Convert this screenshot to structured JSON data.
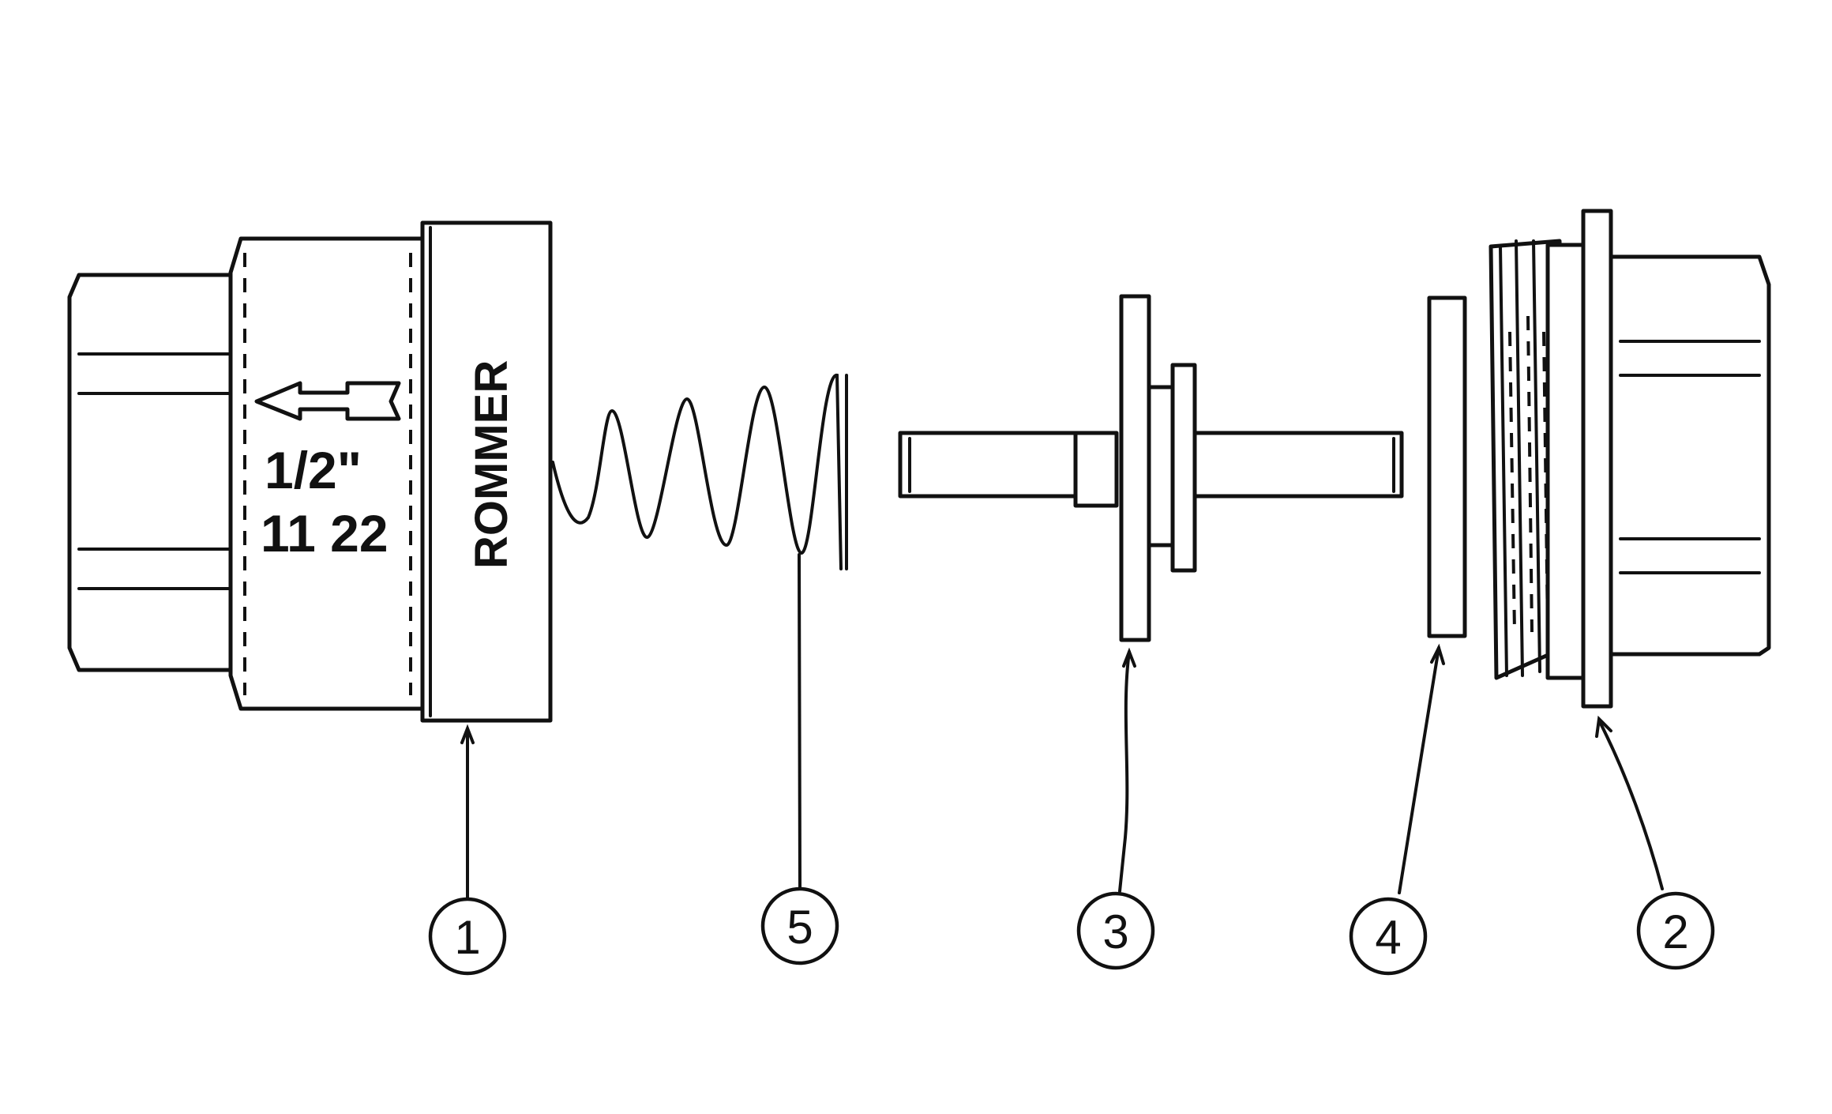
{
  "diagram": {
    "parts": [
      {
        "id": "valve-body",
        "callout": "1"
      },
      {
        "id": "threaded-nipple",
        "callout": "2"
      },
      {
        "id": "valve-stem-disc",
        "callout": "3"
      },
      {
        "id": "seal-washer",
        "callout": "4"
      },
      {
        "id": "spring",
        "callout": "5"
      }
    ],
    "markings": {
      "size": "1/2\"",
      "code": "11 22",
      "brand": "ROMMER"
    },
    "colors": {
      "line": "#111111",
      "background": "#ffffff"
    }
  }
}
